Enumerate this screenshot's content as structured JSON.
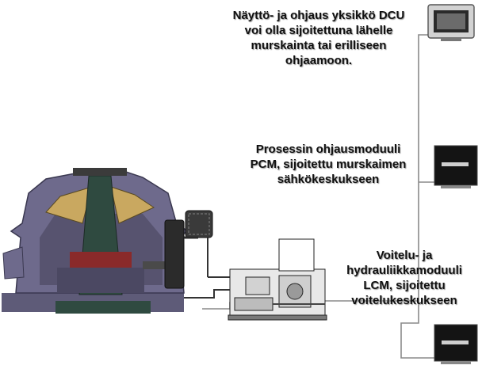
{
  "captions": {
    "dcu": [
      "Näyttö- ja ohjaus yksikkö DCU",
      "voi olla sijoitettuna lähelle",
      "murskainta tai erilliseen",
      "ohjaamoon."
    ],
    "pcm": [
      "Prosessin ohjausmoduuli",
      "PCM, sijoitettu murskaimen",
      "sähkökeskukseen"
    ],
    "lcm": [
      "Voitelu- ja",
      "hydrauliikkamoduuli",
      "LCM, sijoitettu",
      "voitelukeskukseen"
    ]
  },
  "colors": {
    "frame": "#6e6a8c",
    "shaft": "#2f4a40",
    "mantle": "#c9a860",
    "cable": "#8a8a8a",
    "module": "#141414"
  }
}
